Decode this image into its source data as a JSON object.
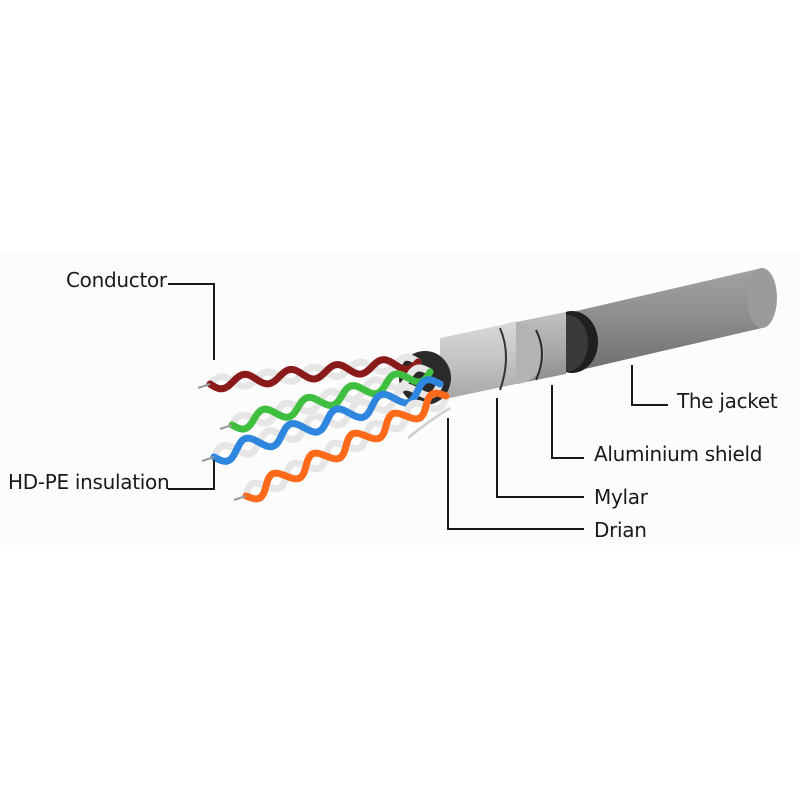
{
  "labels": {
    "conductor": "Conductor",
    "insulation": "HD-PE insulation",
    "jacket": "The jacket",
    "shield": "Aluminium shield",
    "mylar": "Mylar",
    "drain": "Drian"
  },
  "colors": {
    "jacket": "#8c8c8c",
    "shield": "#a8a8a8",
    "foil": "#c4c4c4",
    "brown_pair": "#8b1a1a",
    "green_pair": "#3fbf3f",
    "blue_pair": "#2e86de",
    "orange_pair": "#ff6a1a",
    "white_stripe": "#e6e6e6",
    "leader_line": "#1a1a1a"
  }
}
